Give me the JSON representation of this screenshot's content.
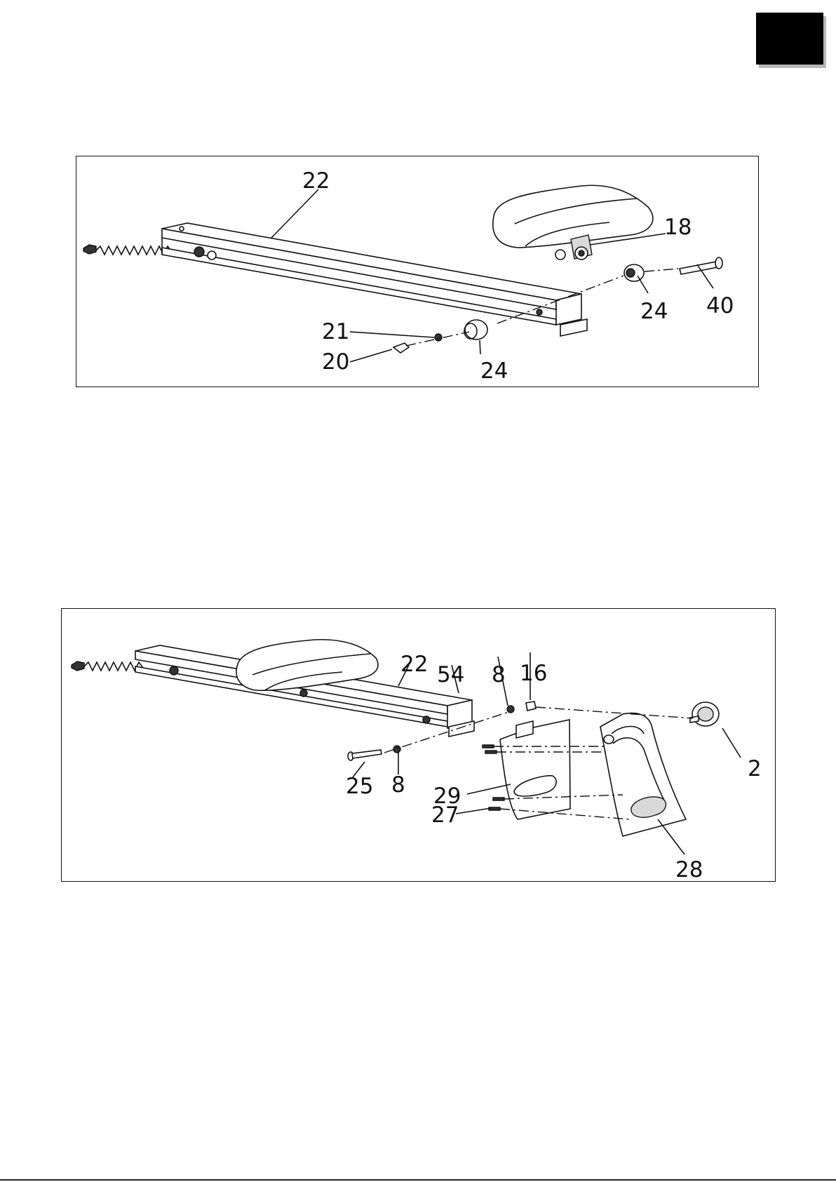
{
  "diagram_top": {
    "labels": {
      "rail": "22",
      "seat": "18",
      "bolt": "40",
      "roller_right": "24",
      "washer": "21",
      "nut": "20",
      "roller_left": "24"
    }
  },
  "diagram_bottom": {
    "labels": {
      "rail": "22",
      "bracket": "54",
      "washer_top": "8",
      "nut": "16",
      "knob": "2",
      "bolt": "25",
      "washer_bottom": "8",
      "plate": "29",
      "screw": "27",
      "cap": "28"
    }
  }
}
